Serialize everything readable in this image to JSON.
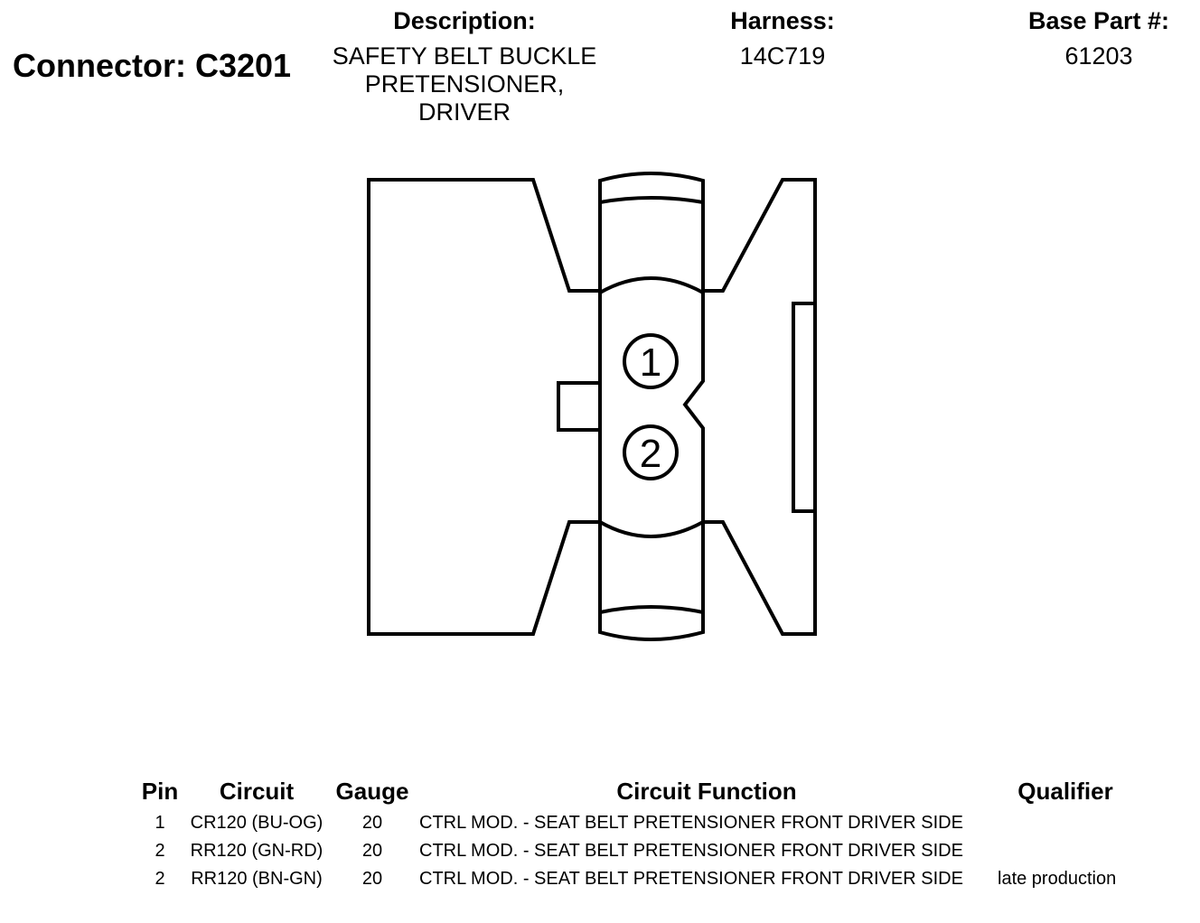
{
  "connector": {
    "title": "Connector: C3201"
  },
  "header": {
    "description_label": "Description:",
    "description_lines": [
      "SAFETY BELT BUCKLE",
      "PRETENSIONER,",
      "DRIVER"
    ],
    "harness_label": "Harness:",
    "harness_value": "14C719",
    "base_part_label": "Base Part #:",
    "base_part_value": "61203"
  },
  "diagram": {
    "pins": [
      "1",
      "2"
    ]
  },
  "table": {
    "headers": {
      "pin": "Pin",
      "circuit": "Circuit",
      "gauge": "Gauge",
      "function": "Circuit Function",
      "qualifier": "Qualifier"
    },
    "rows": [
      {
        "pin": "1",
        "circuit": "CR120 (BU-OG)",
        "gauge": "20",
        "function": "CTRL MOD. - SEAT BELT PRETENSIONER FRONT DRIVER SIDE",
        "qualifier": ""
      },
      {
        "pin": "2",
        "circuit": "RR120 (GN-RD)",
        "gauge": "20",
        "function": "CTRL MOD. - SEAT BELT PRETENSIONER FRONT DRIVER SIDE",
        "qualifier": ""
      },
      {
        "pin": "2",
        "circuit": "RR120 (BN-GN)",
        "gauge": "20",
        "function": "CTRL MOD. - SEAT BELT PRETENSIONER FRONT DRIVER SIDE",
        "qualifier": "late production"
      }
    ]
  }
}
